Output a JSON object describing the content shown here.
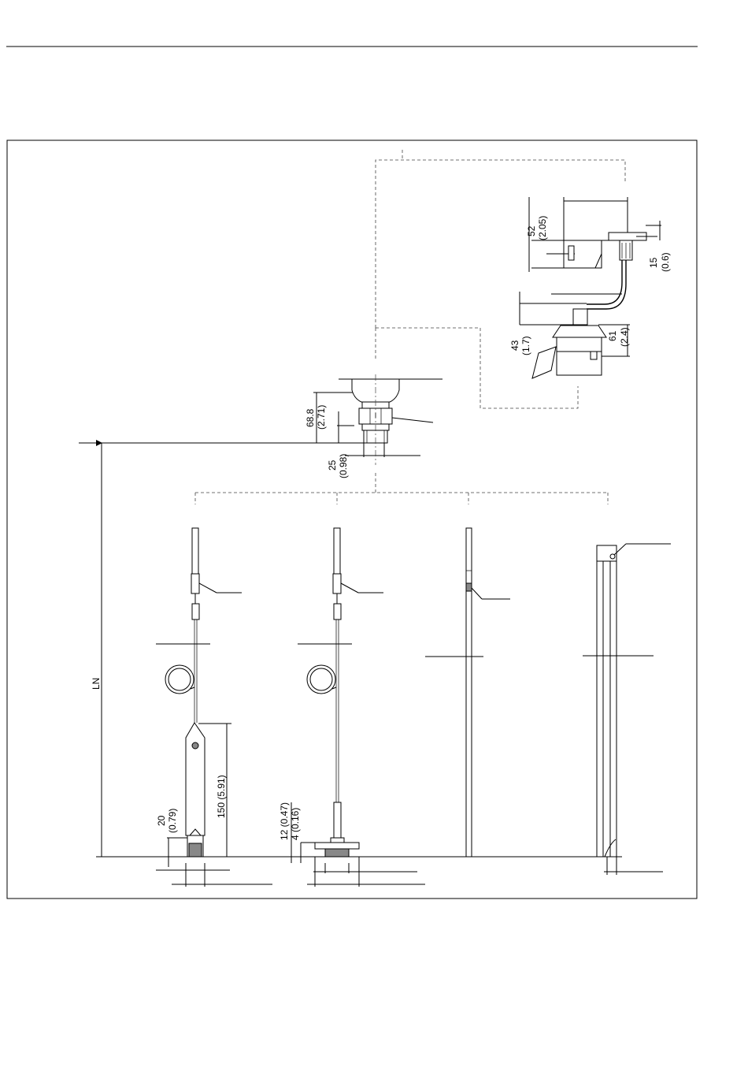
{
  "dimensions": {
    "ln": "LN",
    "d52": "52",
    "d52in": "(2.05)",
    "d15": "15",
    "d15in": "(0.6)",
    "d43": "43",
    "d43in": "(1.7)",
    "d61": "61",
    "d61in": "(2.4)",
    "d68": "68.8",
    "d68in": "(2.71)",
    "d25": "25",
    "d25in": "(0.98)",
    "d20": "20",
    "d20in": "(0.79)",
    "d150": "150 (5.91)",
    "d12": "12 (0.47)",
    "d4": "4 (0.16)"
  }
}
